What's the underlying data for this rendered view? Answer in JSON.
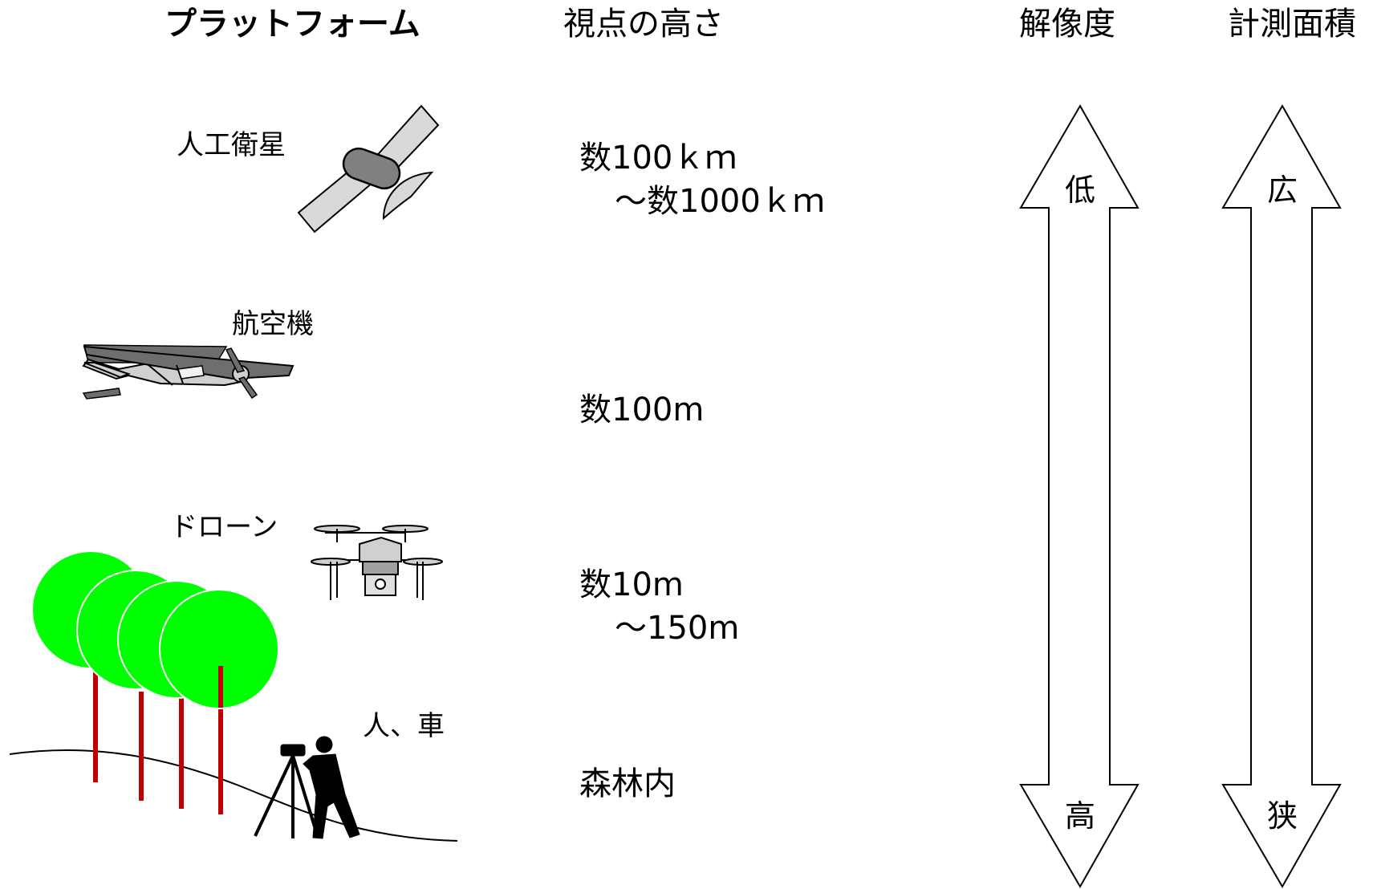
{
  "headers": {
    "platform": "プラットフォーム",
    "altitude": "視点の高さ",
    "resolution": "解像度",
    "area": "計測面積"
  },
  "platforms": {
    "satellite": "人工衛星",
    "aircraft": "航空機",
    "drone": "ドローン",
    "ground": "人、車"
  },
  "altitudes": {
    "satellite_line1": "数100ｋｍ",
    "satellite_line2": "～数1000ｋｍ",
    "aircraft": "数100m",
    "drone_line1": "数10m",
    "drone_line2": "～150m",
    "ground": "森林内"
  },
  "resolution_arrow": {
    "top": "低",
    "bottom": "高"
  },
  "area_arrow": {
    "top": "広",
    "bottom": "狭"
  },
  "icons": {
    "satellite": "satellite-icon",
    "aircraft": "airplane-icon",
    "drone": "drone-icon",
    "surveyor": "surveyor-icon",
    "trees": "tree-icon"
  },
  "colors": {
    "tree_canopy": "#00ff00",
    "tree_trunk": "#c00000",
    "satellite_panel": "#d9d9d9",
    "satellite_body": "#808080",
    "plane_body": "#d0d0d0",
    "plane_wing": "#6e6e6e"
  }
}
